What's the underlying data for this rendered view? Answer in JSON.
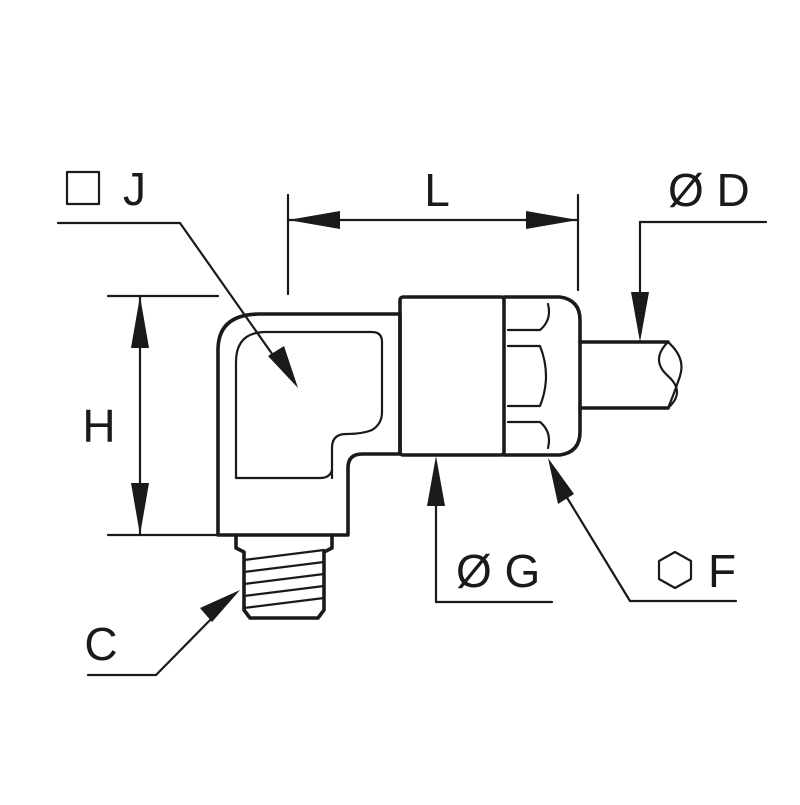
{
  "labels": {
    "J": "J",
    "L": "L",
    "D": "Ø D",
    "H": "H",
    "G": "Ø G",
    "F": "F",
    "C": "C"
  },
  "icons": {
    "J": "square-icon",
    "F": "hexagon-icon"
  },
  "colors": {
    "line": "#1a1a1a",
    "background": "#ffffff"
  }
}
